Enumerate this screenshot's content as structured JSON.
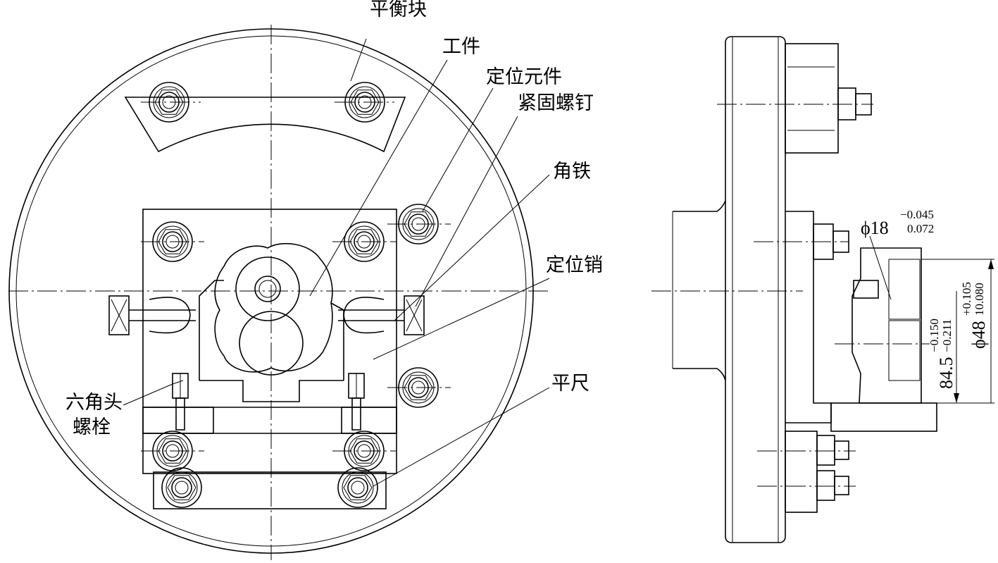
{
  "labels": {
    "balance_block": "平衡块",
    "workpiece": "工件",
    "locating_element": "定位元件",
    "set_screw": "紧固螺钉",
    "angle_iron": "角铁",
    "locating_pin": "定位销",
    "straight_edge": "平尺",
    "hex_bolt_line1": "六角头",
    "hex_bolt_line2": "螺栓"
  },
  "dimensions": {
    "phi18": {
      "value": "ϕ18",
      "upper": "−0.045",
      "lower": "0.072"
    },
    "len84": {
      "value": "84.5",
      "upper": "−0.150",
      "lower": "−0.211"
    },
    "phi48": {
      "value": "ϕ48",
      "upper": "+0.105",
      "lower": "10.080"
    }
  }
}
